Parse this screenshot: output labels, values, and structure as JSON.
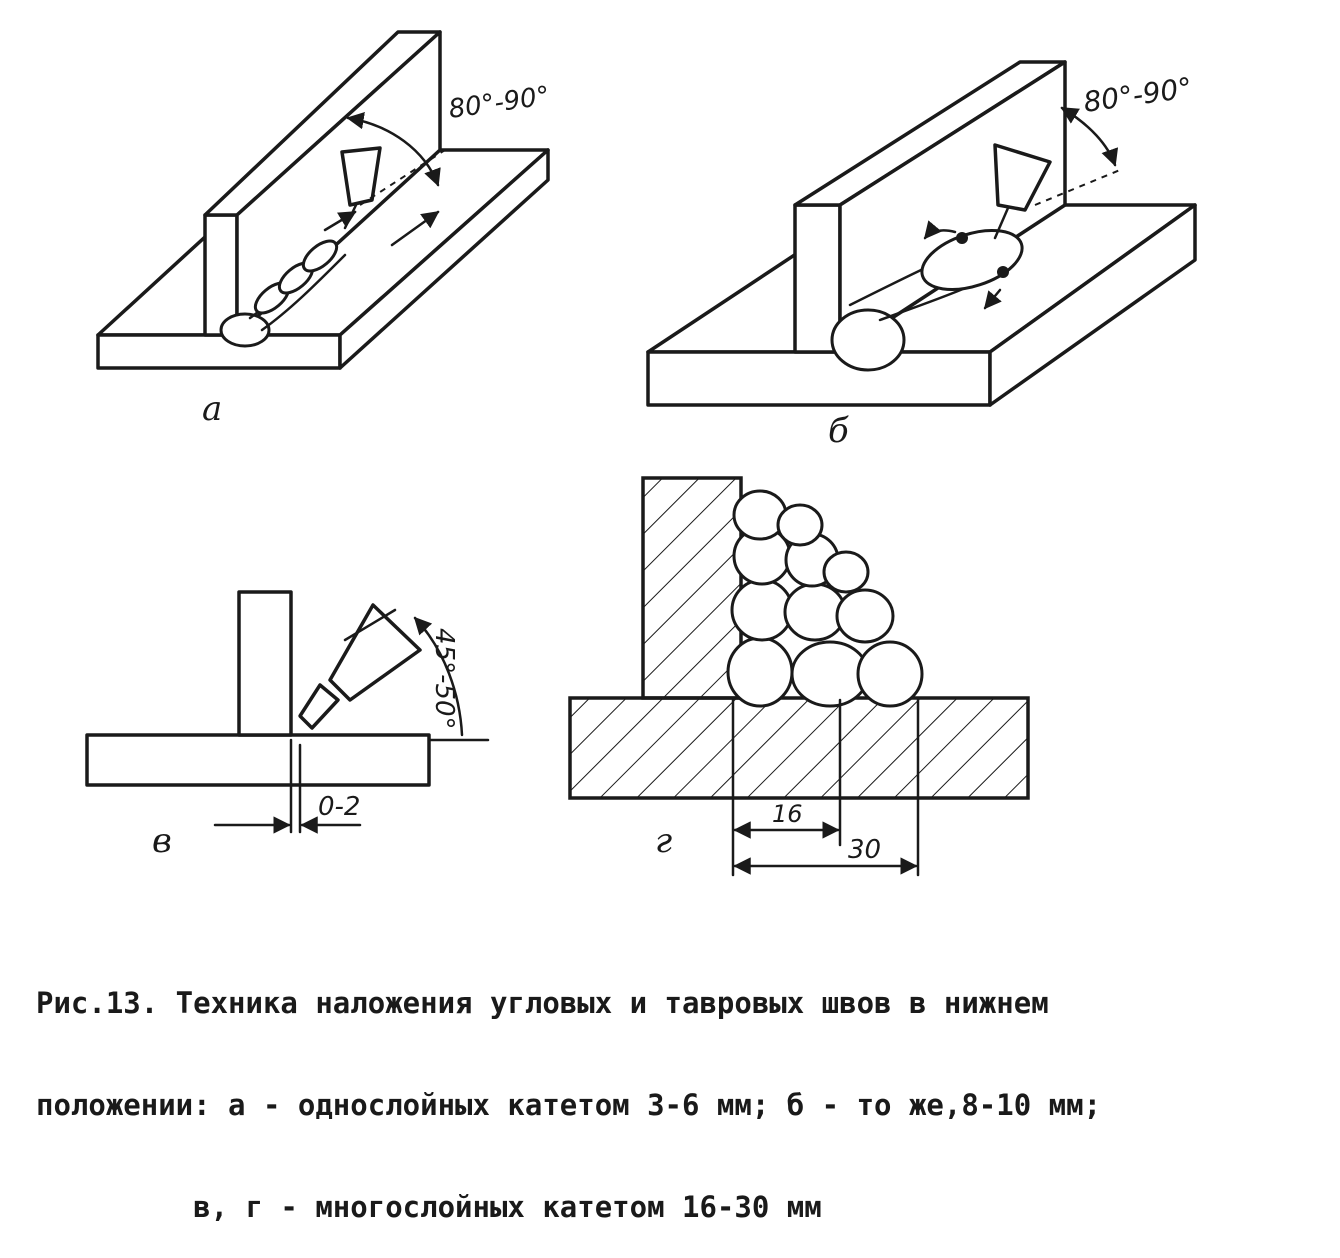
{
  "figure": {
    "panels": [
      {
        "label": "а",
        "angle_text": "80°-90°"
      },
      {
        "label": "б",
        "angle_text": "80°-90°"
      },
      {
        "label": "в",
        "angle_text": "45°-50°",
        "gap_text": "0-2"
      },
      {
        "label": "г",
        "dim_inner": "16",
        "dim_outer": "30"
      }
    ],
    "caption": {
      "line1": "Рис.13. Техника наложения угловых и тавровых швов в нижнем",
      "line2": "положении: а - однослойных катетом 3-6 мм; б - то же,8-10 мм;",
      "line3": "         в, г - многослойных катетом 16-30 мм"
    }
  }
}
